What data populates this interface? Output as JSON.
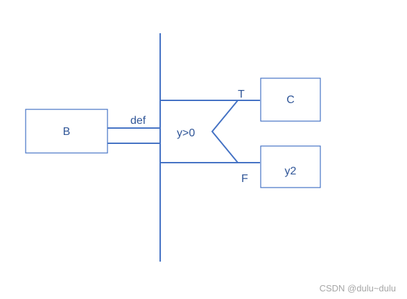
{
  "diagram": {
    "boxes": {
      "b": "B",
      "c": "C",
      "y2": "y2"
    },
    "labels": {
      "def": "def",
      "condition": "y>0",
      "true_branch": "T",
      "false_branch": "F"
    }
  },
  "watermark": "CSDN @dulu~dulu",
  "colors": {
    "line": "#4472c4",
    "text": "#2f5597",
    "watermark": "#a6a6a6"
  }
}
